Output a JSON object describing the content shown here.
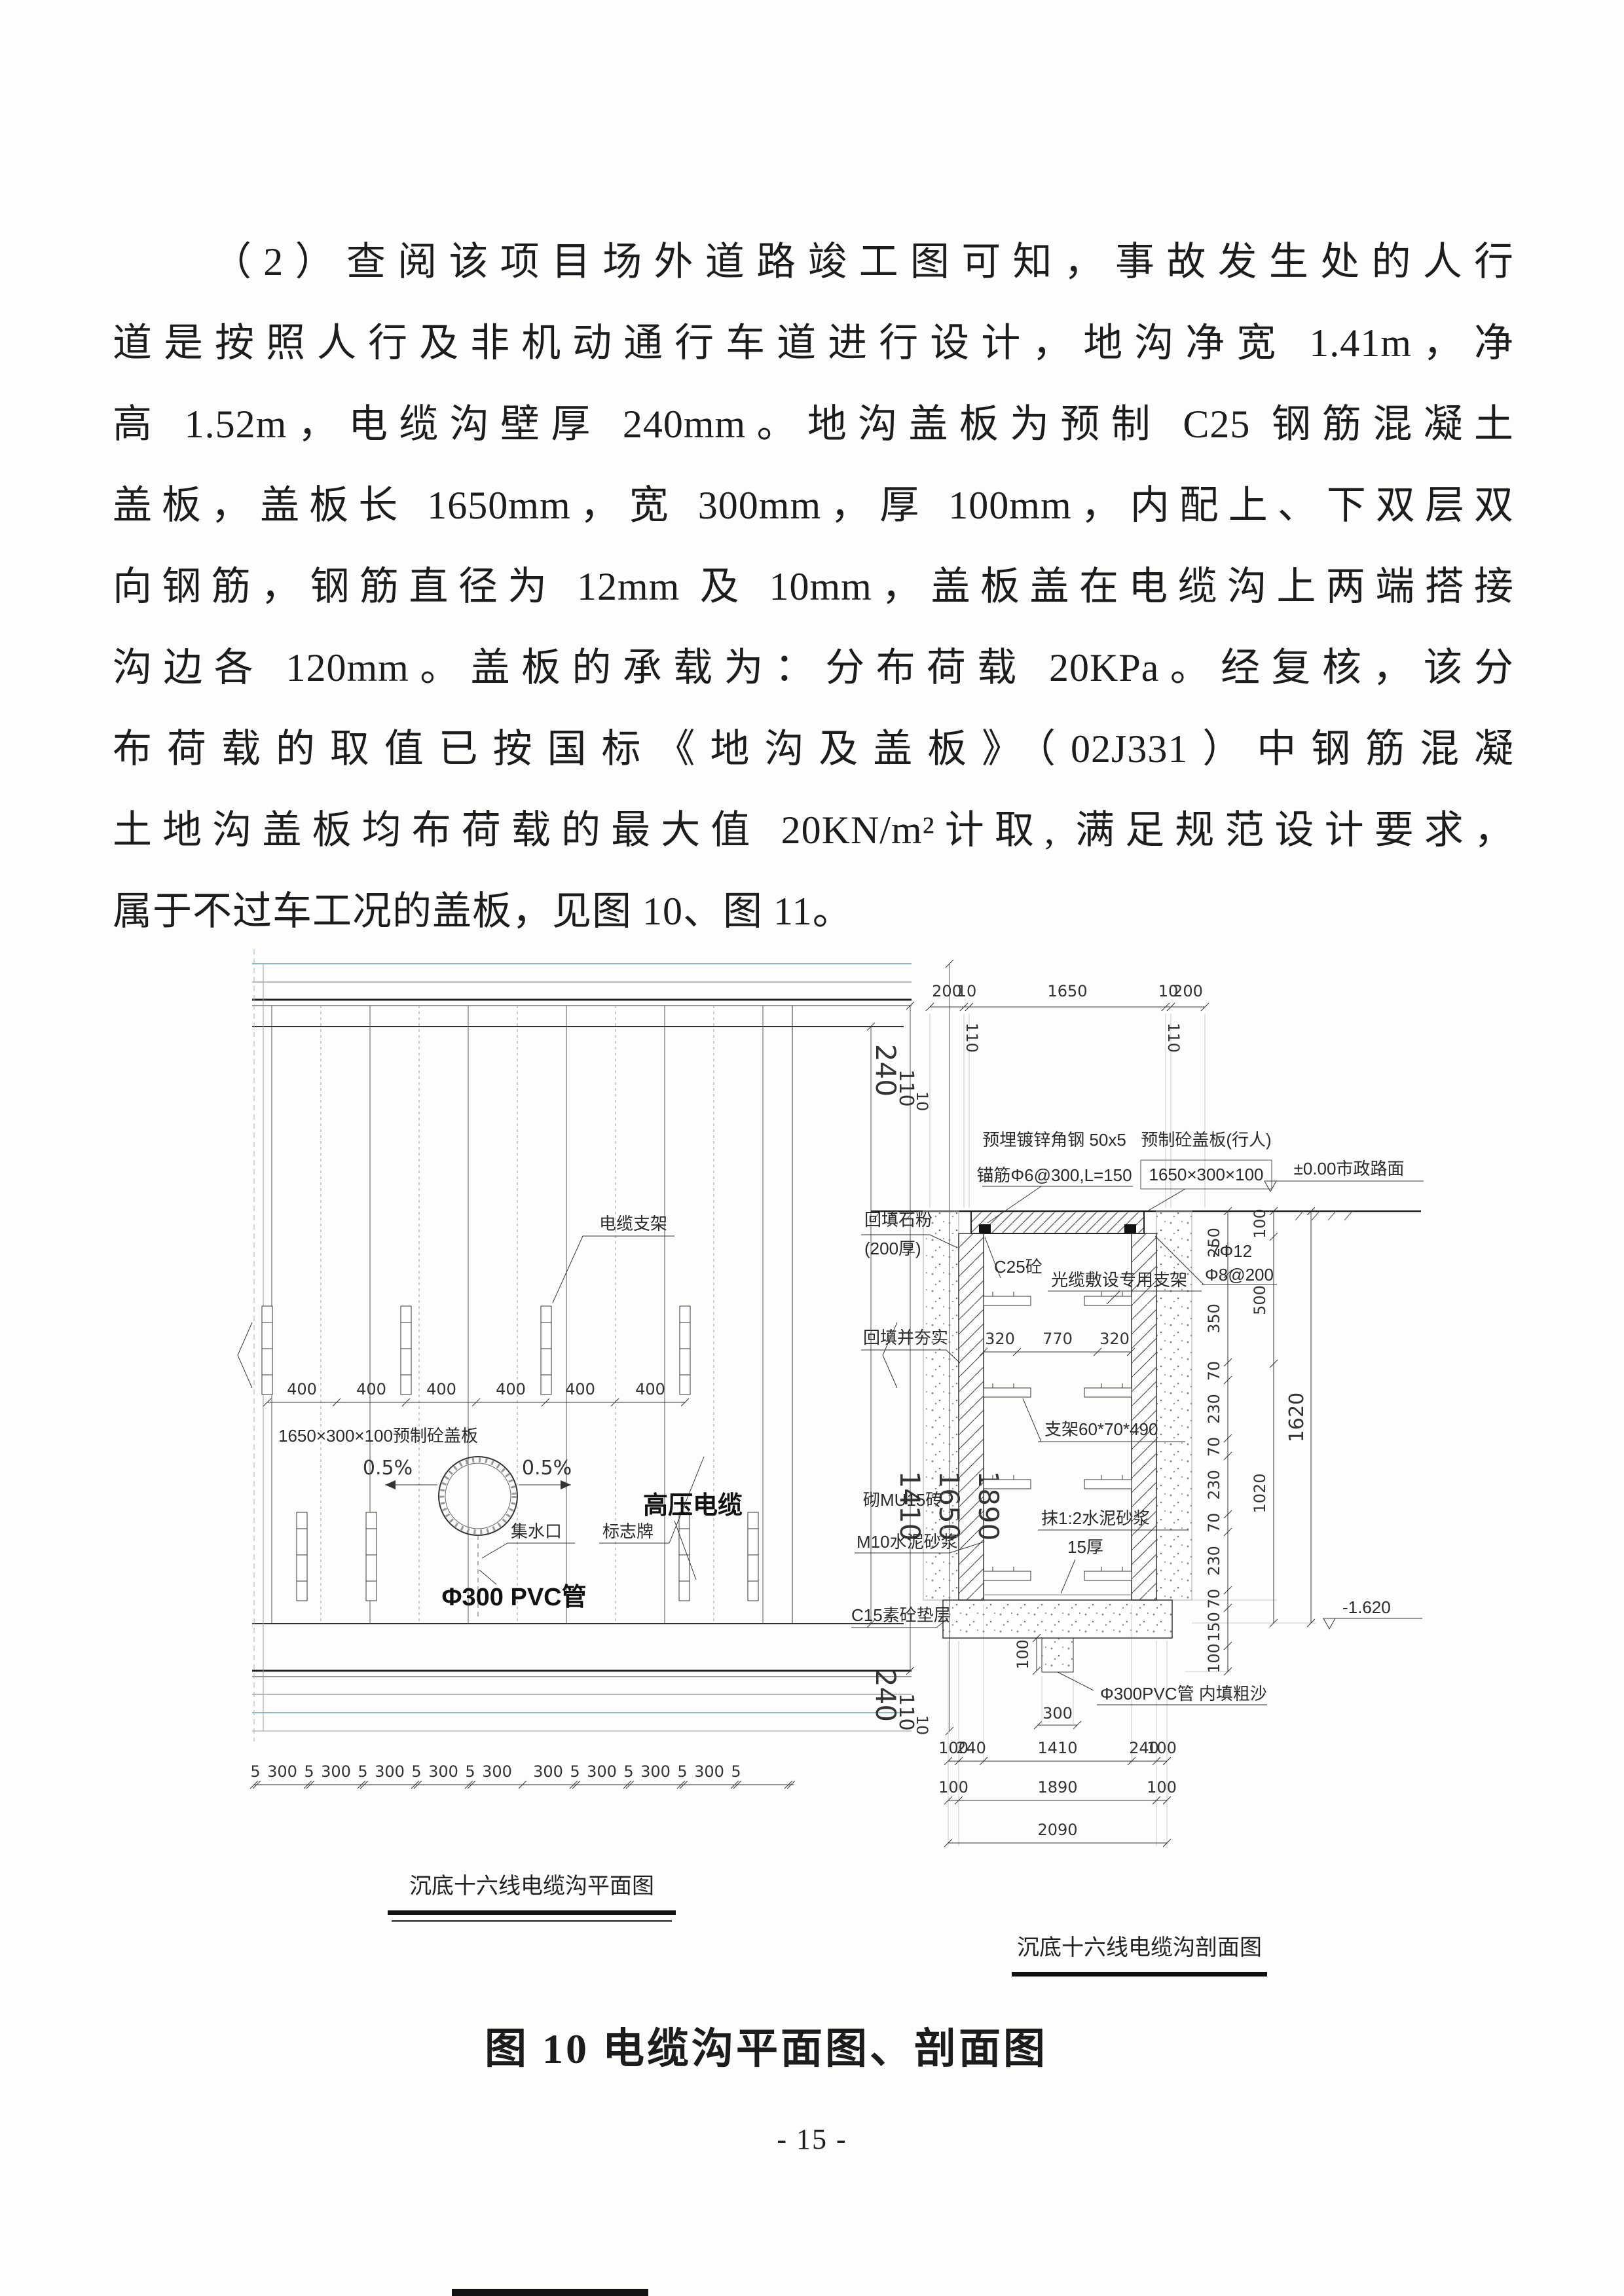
{
  "page": {
    "figure_caption": "图 10 电缆沟平面图、剖面图",
    "page_number": "- 15 -"
  },
  "paragraph": {
    "lines": [
      "（2）查阅该项目场外道路竣工图可知，事故发生处的人行",
      "道是按照人行及非机动通行车道进行设计，地沟净宽 1.41m，净",
      "高 1.52m，电缆沟壁厚 240mm。地沟盖板为预制 C25 钢筋混凝土",
      "盖板，盖板长 1650mm，宽 300mm，厚 100mm，内配上、下双层双",
      "向钢筋，钢筋直径为 12mm 及 10mm，盖板盖在电缆沟上两端搭接",
      "沟边各 120mm。盖板的承载为：分布荷载 20KPa。经复核，该分",
      "布荷载的取值已按国标《地沟及盖板》（02J331）中钢筋混凝",
      "土地沟盖板均布荷载的最大值 20KN/m²计取, 满足规范设计要求，",
      "属于不过车工况的盖板，见图 10、图 11。"
    ]
  },
  "plan": {
    "title": "沉底十六线电缆沟平面图",
    "labels": {
      "cable_support": "电缆支架",
      "hv_cable": "高压电缆",
      "cover_plate": "1650×300×100预制砼盖板",
      "water_inlet": "集水口",
      "sign_board": "标志牌",
      "pvc_pipe": "Φ300 PVC管",
      "slope_left": "0.5%",
      "slope_right": "0.5%"
    },
    "dims": {
      "top_right": [
        "240",
        "110",
        "10"
      ],
      "spacing_400": [
        "400",
        "400",
        "400",
        "400",
        "400",
        "400"
      ],
      "right_vertical": [
        "1410",
        "1650",
        "1890"
      ],
      "bottom_right": [
        "240",
        "110",
        "10"
      ],
      "bottom_chain": [
        "5",
        "300",
        "5",
        "300",
        "5",
        "300",
        "5",
        "300",
        "5",
        "300",
        "300",
        "5",
        "300",
        "5",
        "300",
        "5",
        "300",
        "5"
      ]
    }
  },
  "section": {
    "title": "沉底十六线电缆沟剖面图",
    "labels": {
      "angle_steel": "预埋镀锌角钢 50x5",
      "anchor_bar": "锚筋Φ6@300,L=150",
      "cover_plate": "预制砼盖板(行人)",
      "cover_size": "1650×300×100",
      "road_level": "±0.00市政路面",
      "backfill_powder": "回填石粉",
      "backfill_thick": "(200厚)",
      "c25": "C25砼",
      "rebar": "7Φ12",
      "stirrup": "Φ8@200",
      "backfill_compact": "回填并夯实",
      "cable_bracket": "光缆敷设专用支架",
      "brick": "砌MU15砖",
      "mortar": "M10水泥砂浆",
      "bracket_size": "支架60*70*490",
      "plaster": "抹1:2水泥砂浆",
      "plaster_thick": "15厚",
      "cushion": "C15素砼垫层",
      "pvc": "Φ300PVC管 内填粗沙",
      "elevation": "-1.620"
    },
    "dims": {
      "top_chain": [
        "200",
        "10",
        "1650",
        "10",
        "200"
      ],
      "top_sub": [
        "110",
        "110"
      ],
      "mid_chain": [
        "320",
        "770",
        "320"
      ],
      "right_inner": [
        "250",
        "350",
        "70",
        "230",
        "70",
        "230",
        "70",
        "230",
        "70",
        "150",
        "100"
      ],
      "right_outer": [
        "100",
        "500",
        "1020"
      ],
      "right_total": "1620",
      "pipe_v": "100",
      "pipe_h": "300",
      "bottom_chain1": [
        "100",
        "240",
        "1410",
        "240",
        "100"
      ],
      "bottom_chain2": [
        "100",
        "1890",
        "100"
      ],
      "bottom_chain3": [
        "2090"
      ]
    }
  }
}
